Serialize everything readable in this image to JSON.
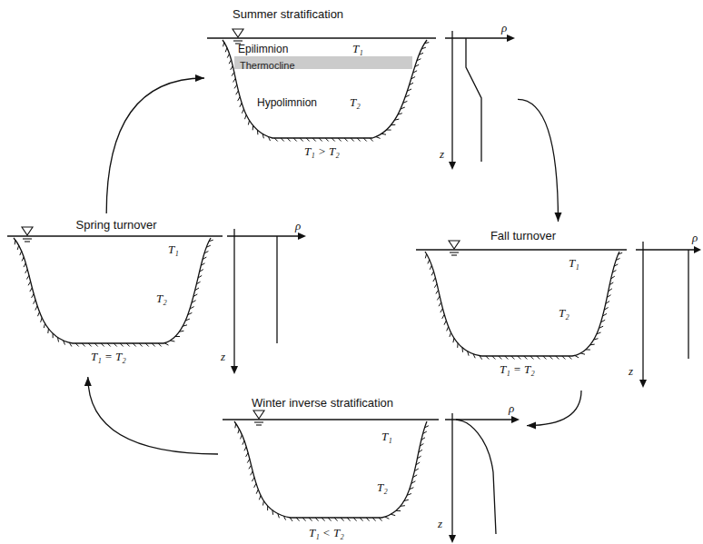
{
  "diagram": {
    "nodes": [
      {
        "text": [
          "Summer stratification"
        ]
      },
      {
        "text": [
          "Thermocline"
        ],
        "in": 0
      },
      {
        "text": [
          "Spring turnover"
        ]
      },
      {
        "text": [
          "Fall turnover"
        ]
      },
      {
        "text": [
          "Winter inverse stratification"
        ]
      }
    ],
    "edges": [
      {
        "from": 0,
        "to": 3,
        "arrow": "to"
      },
      {
        "from": 3,
        "to": 4,
        "arrow": "to"
      },
      {
        "from": 4,
        "to": 2,
        "arrow": "to"
      },
      {
        "from": 2,
        "to": 0,
        "arrow": "to"
      }
    ],
    "labels": [
      "Epilimnion",
      "T₁",
      "Hypolimnion",
      "T₂",
      "T₁ > T₂",
      "ρ",
      "z",
      "T₁",
      "T₂",
      "T₁ = T₂",
      "ρ",
      "z",
      "T₁",
      "T₂",
      "T₁ = T₂",
      "ρ",
      "z",
      "T₁",
      "T₂",
      "T₁ < T₂",
      "ρ",
      "z"
    ]
  }
}
